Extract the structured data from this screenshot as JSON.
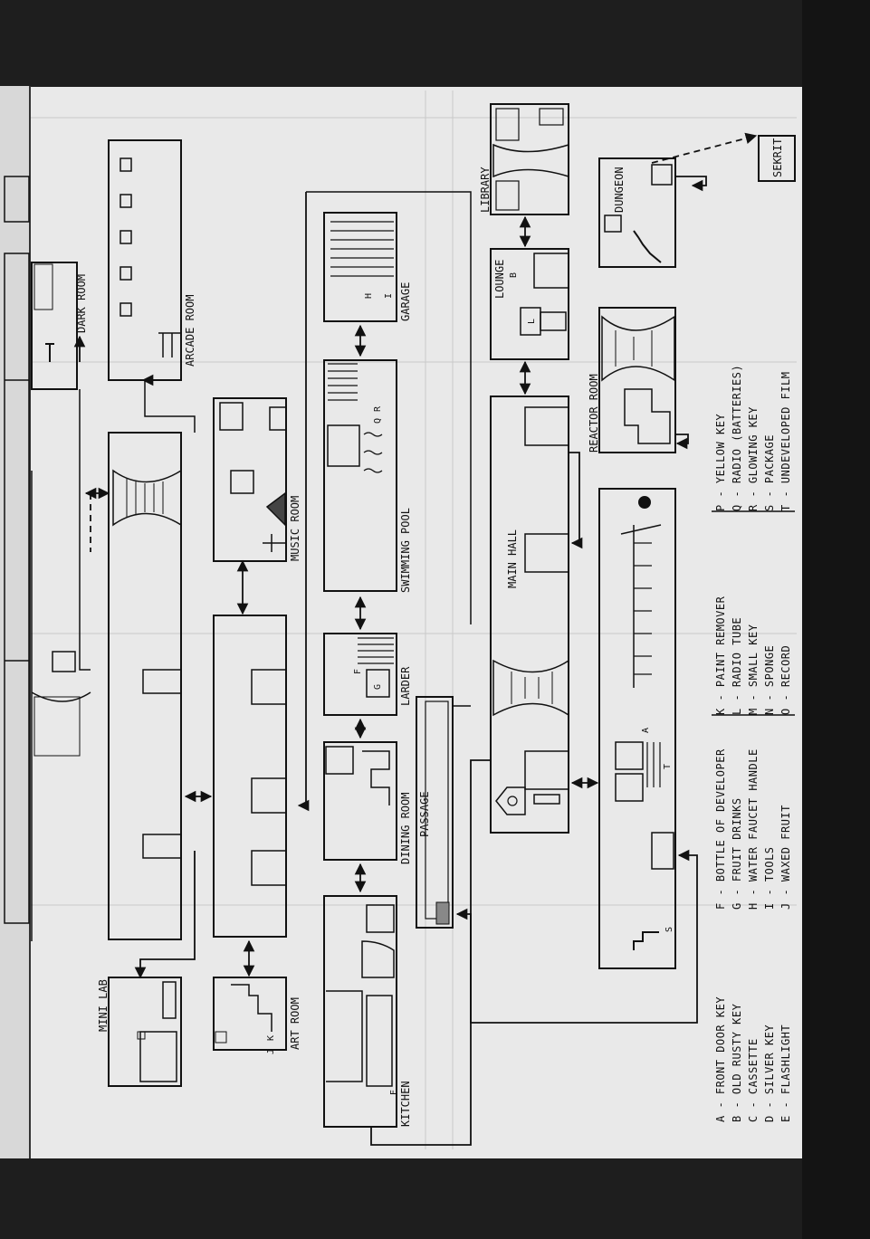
{
  "rooms": {
    "kitchen": "KITCHEN",
    "art_room": "ART ROOM",
    "mini_lab": "MINI LAB",
    "dining_room": "DINING ROOM",
    "passage": "PASSAGE",
    "larder": "LARDER",
    "music_room": "MUSIC ROOM",
    "swimming_pool": "SWIMMING POOL",
    "garage": "GARAGE",
    "arcade_room": "ARCADE ROOM",
    "dark_room": "DARK ROOM",
    "main_hall": "MAIN HALL",
    "lounge": "LOUNGE",
    "library": "LIBRARY",
    "reactor_room": "REACTOR ROOM",
    "dungeon": "DUNGEON",
    "sekrit": "SEKRIT"
  },
  "item_markers": {
    "a": "A",
    "b": "B",
    "e": "E",
    "f": "F",
    "g": "G",
    "h": "H",
    "i": "I",
    "j": "J",
    "k": "K",
    "l": "L",
    "q": "Q",
    "r": "R",
    "s": "S",
    "t": "T"
  },
  "legend": {
    "col1": [
      "A - FRONT DOOR KEY",
      "B - OLD RUSTY KEY",
      "C - CASSETTE",
      "D - SILVER KEY",
      "E - FLASHLIGHT"
    ],
    "col2": [
      "F - BOTTLE OF DEVELOPER",
      "G - FRUIT DRINKS",
      "H - WATER FAUCET HANDLE",
      "I - TOOLS",
      "J - WAXED FRUIT"
    ],
    "col3": [
      "K - PAINT REMOVER",
      "L - RADIO TUBE",
      "M - SMALL KEY",
      "N - SPONGE",
      "O - RECORD"
    ],
    "col4": [
      "P - YELLOW KEY",
      "Q - RADIO (BATTERIES)",
      "R - GLOWING KEY",
      "S - PACKAGE",
      "T - UNDEVELOPED FILM"
    ]
  }
}
